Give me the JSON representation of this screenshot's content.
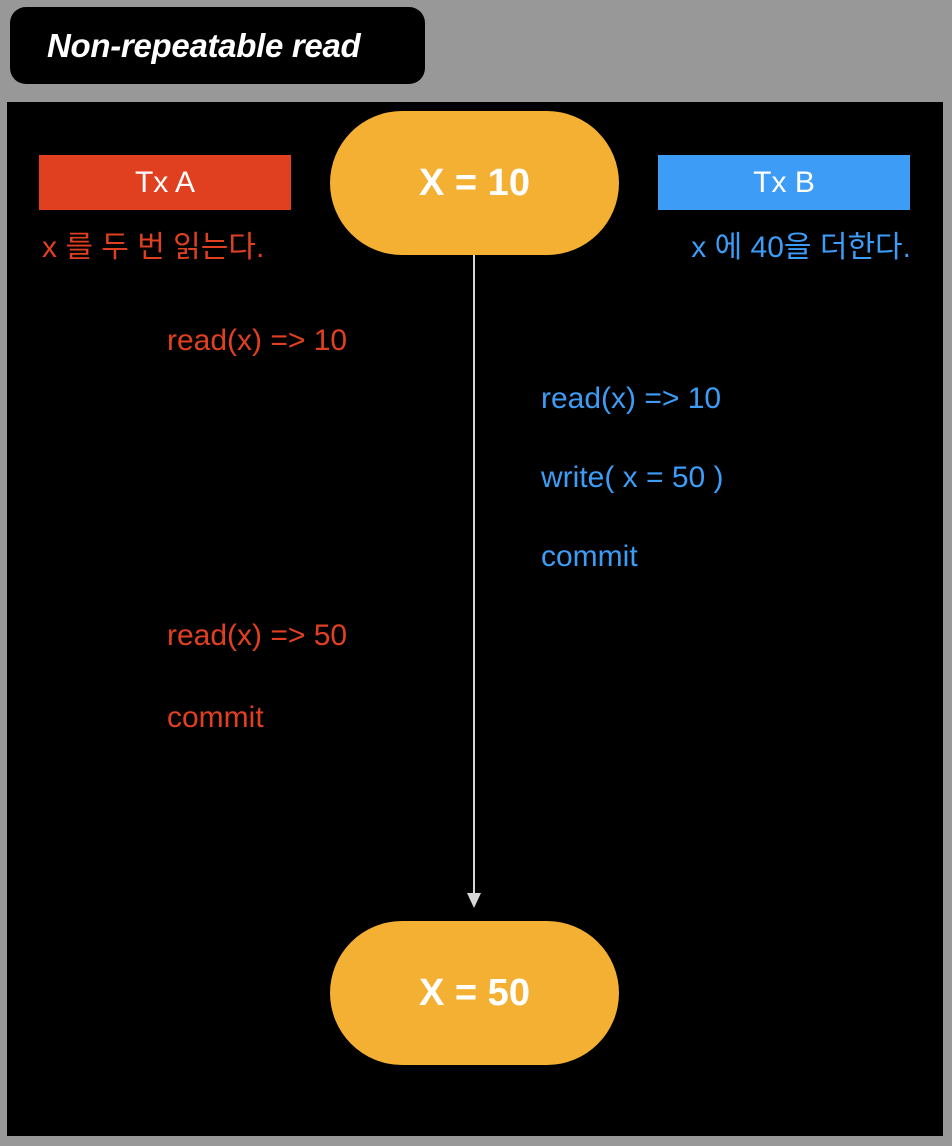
{
  "title": "Non-repeatable read",
  "colors": {
    "tx_a": "#e04020",
    "tx_b": "#3d9cf6",
    "value_node": "#f4b032",
    "arrow": "#d6d6d6"
  },
  "value_nodes": {
    "initial": "X = 10",
    "final": "X = 50"
  },
  "tx_a": {
    "header": "Tx A",
    "description": "x 를 두 번 읽는다.",
    "steps": [
      "read(x) => 10",
      "read(x) => 50",
      "commit"
    ]
  },
  "tx_b": {
    "header": "Tx B",
    "description": "x 에 40을 더한다.",
    "steps": [
      "read(x) => 10",
      "write( x = 50 )",
      "commit"
    ]
  }
}
